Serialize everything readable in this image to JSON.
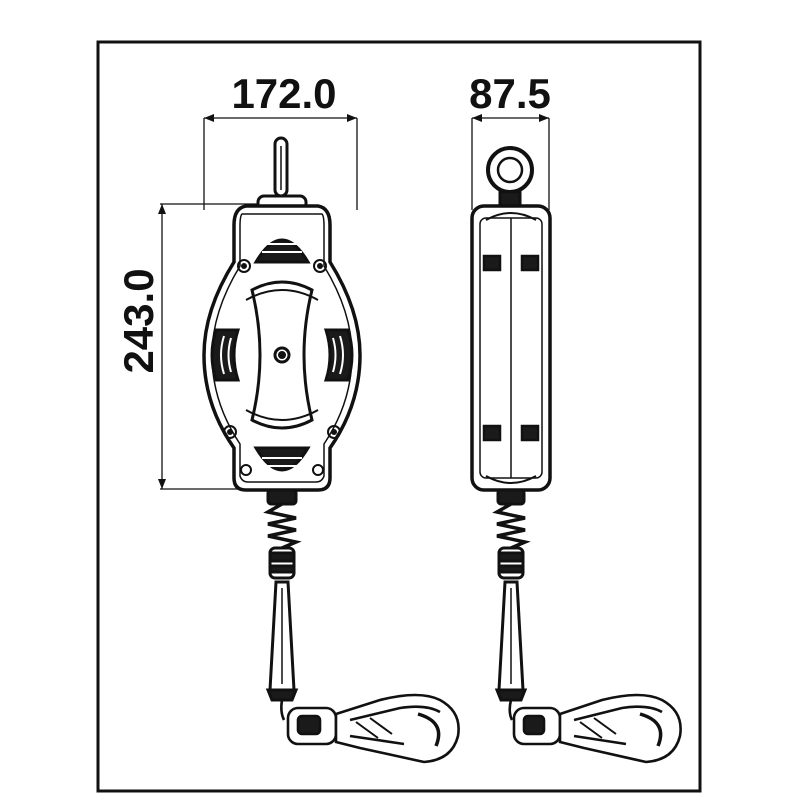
{
  "drawing": {
    "dimensions": {
      "front_width": "172.0",
      "side_depth": "87.5",
      "front_height": "243.0"
    },
    "views": [
      "front-view",
      "side-view"
    ],
    "colors": {
      "stroke": "#111111",
      "dark_fill": "#1a1a1a",
      "background": "#ffffff"
    },
    "components": {
      "top_attachment_front": "swivel-pin-icon",
      "top_attachment_side": "eye-ring-icon",
      "housing": "retractable-block-housing",
      "spring": "shock-spring-icon",
      "sleeve": "webbing-sleeve",
      "hook": "snap-hook-icon"
    }
  }
}
